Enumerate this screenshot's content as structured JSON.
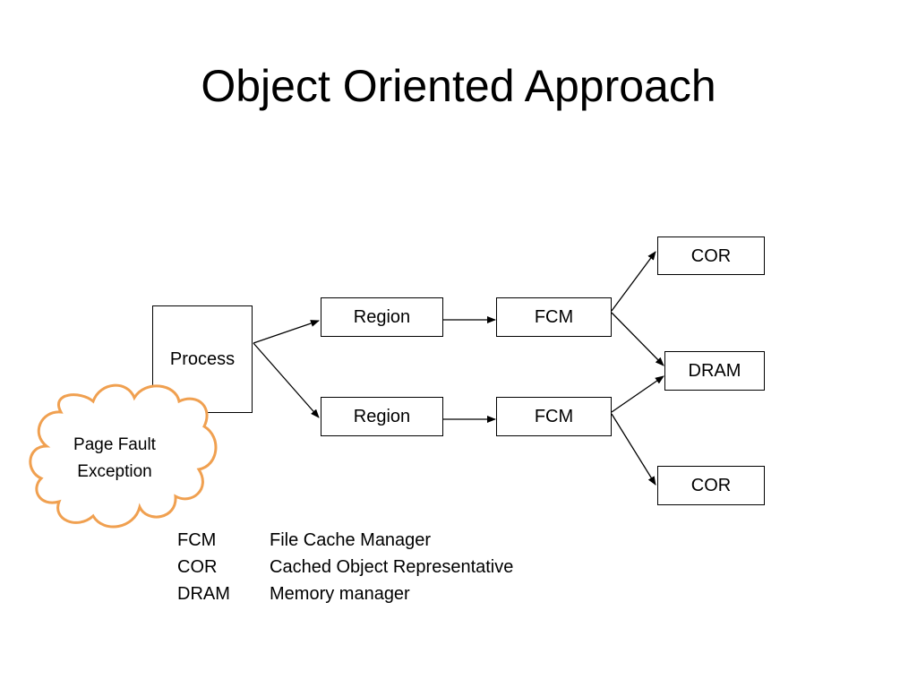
{
  "title": "Object Oriented Approach",
  "colors": {
    "cloud_outline": "#F0A050",
    "lines": "#000000"
  },
  "nodes": {
    "process": "Process",
    "region_top": "Region",
    "region_bottom": "Region",
    "fcm_top": "FCM",
    "fcm_bottom": "FCM",
    "cor_top": "COR",
    "dram": "DRAM",
    "cor_bottom": "COR"
  },
  "cloud": {
    "line1": "Page Fault",
    "line2": "Exception"
  },
  "legend": [
    {
      "abbr": "FCM",
      "meaning": "File Cache Manager"
    },
    {
      "abbr": "COR",
      "meaning": "Cached Object Representative"
    },
    {
      "abbr": "DRAM",
      "meaning": "Memory manager"
    }
  ]
}
